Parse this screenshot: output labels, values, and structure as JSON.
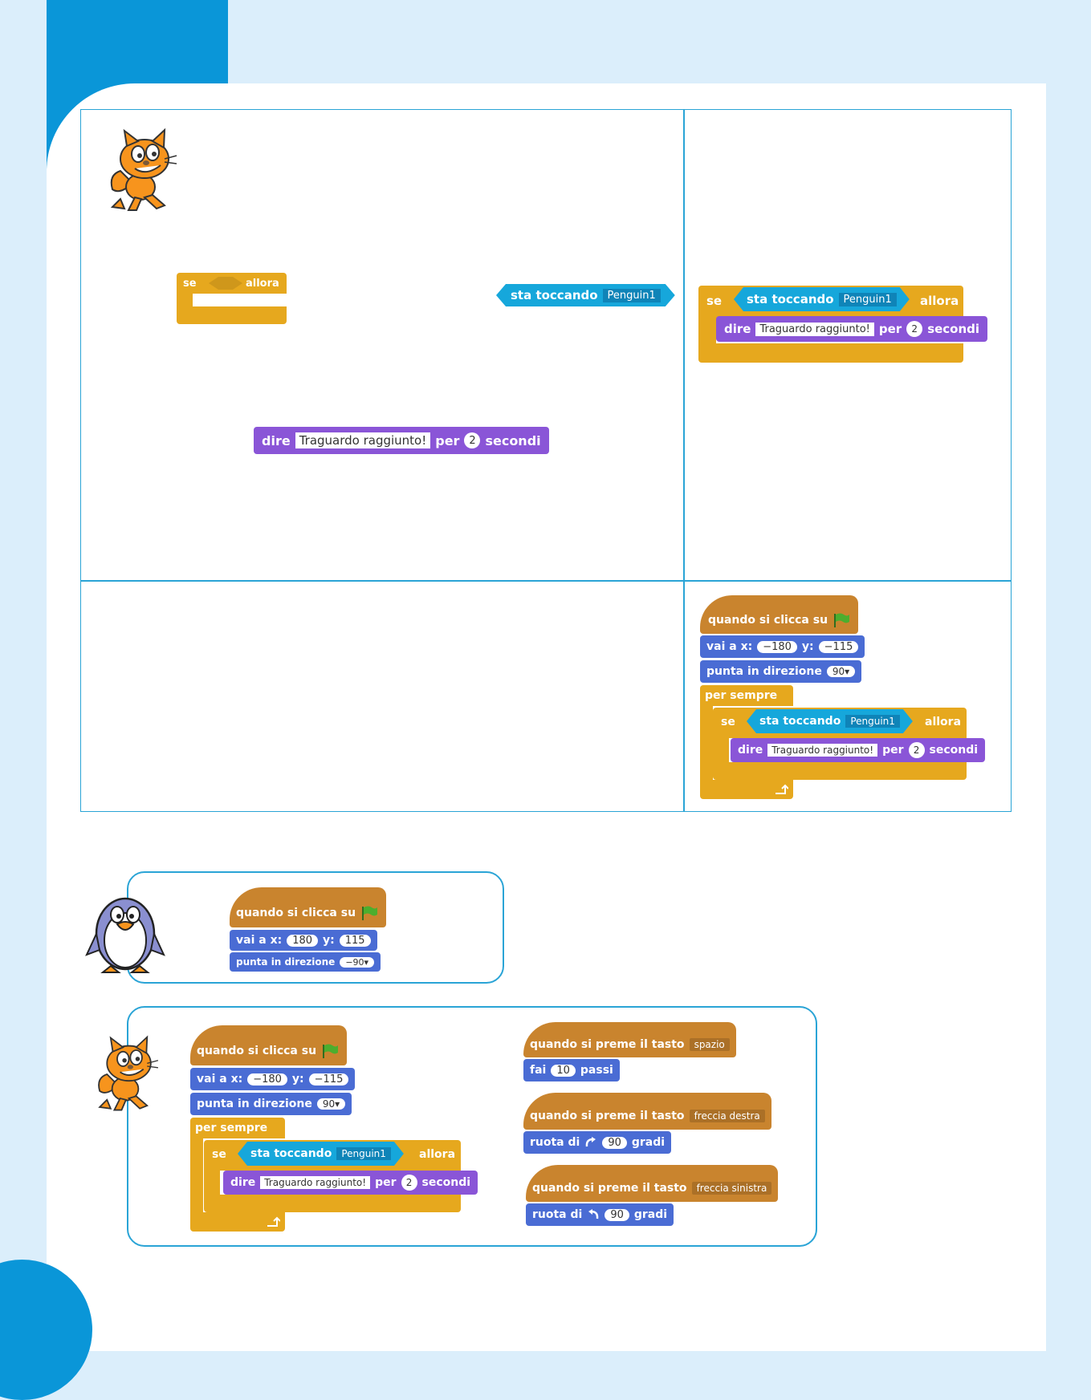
{
  "blocks": {
    "se": "se",
    "allora": "allora",
    "sta_toccando": "sta toccando",
    "sprite": "Penguin1",
    "dire": "dire",
    "say_text": "Traguardo raggiunto!",
    "per": "per",
    "two": "2",
    "secondi": "secondi",
    "quando": "quando si clicca su",
    "vai_a_x": "vai a x:",
    "y": "y:",
    "x_cat": "−180",
    "y_cat": "−115",
    "x_peng": "180",
    "y_peng": "115",
    "punta": "punta in direzione",
    "dir_cat": "90▾",
    "dir_peng": "−90▾",
    "per_sempre": "per sempre",
    "quando_tasto": "quando si preme il tasto",
    "spazio": "spazio",
    "freccia_destra": "freccia destra",
    "freccia_sinistra": "freccia sinistra",
    "fai": "fai",
    "passi_val": "10",
    "passi": "passi",
    "ruota_di": "ruota di",
    "gradi_val": "90",
    "gradi": "gradi"
  },
  "colors": {
    "page_bg": "#dbeefb",
    "accent": "#0a96d8",
    "border": "#2aa4d6",
    "control": "#e6a81e",
    "event": "#c9842e",
    "motion": "#4a6cd4",
    "looks": "#8a55d7",
    "sensing": "#16a7db"
  },
  "icons": [
    "scratch-cat-icon",
    "penguin-icon",
    "green-flag-icon",
    "rotate-right-icon",
    "rotate-left-icon"
  ]
}
